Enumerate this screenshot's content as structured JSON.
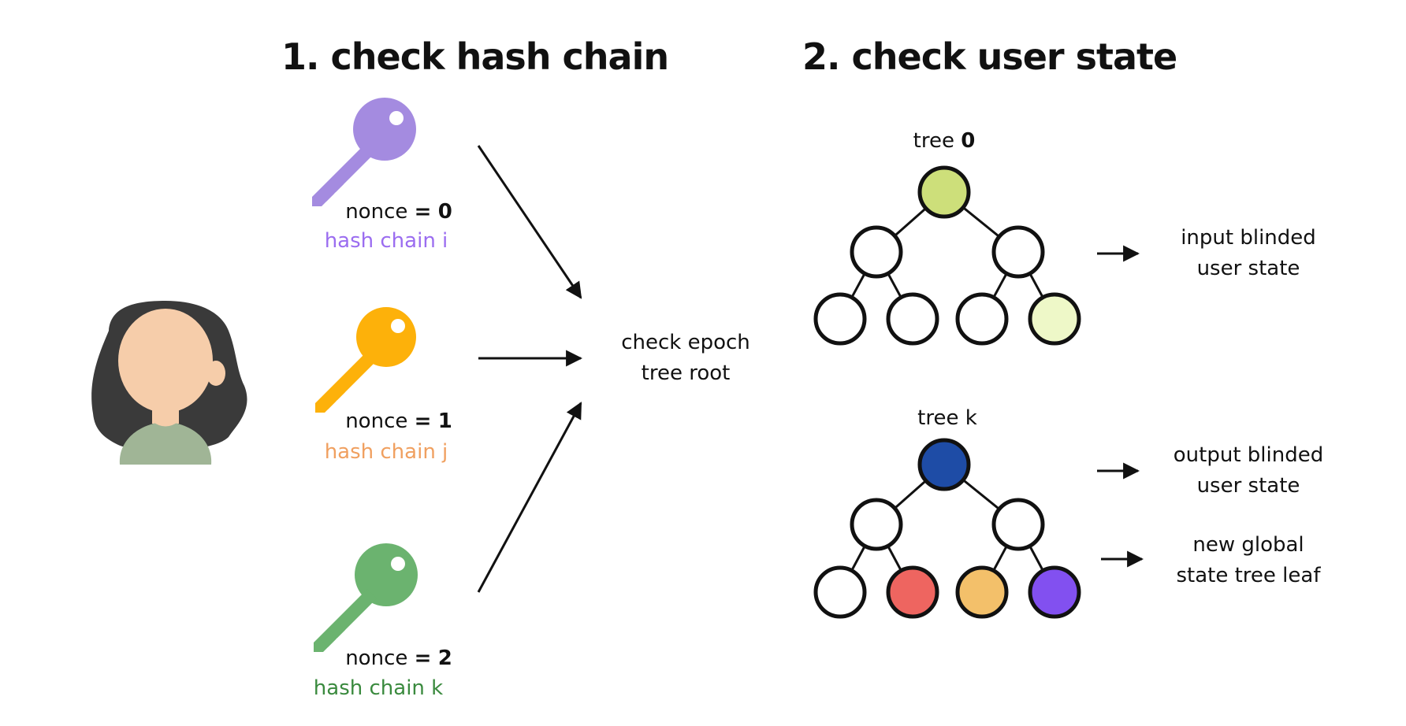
{
  "headings": {
    "section1_number": "1.",
    "section1_title": "check hash chain",
    "section2_number": "2.",
    "section2_title": "check user state"
  },
  "keys": [
    {
      "nonce_label": "nonce",
      "nonce_eq": "=",
      "nonce_value": "0",
      "chain": "hash chain i",
      "color": "#a48be0",
      "chain_color": "#9b6df0"
    },
    {
      "nonce_label": "nonce",
      "nonce_eq": "=",
      "nonce_value": "1",
      "chain": "hash chain j",
      "color": "#fdb10a",
      "chain_color": "#f0a060"
    },
    {
      "nonce_label": "nonce",
      "nonce_eq": "=",
      "nonce_value": "2",
      "chain": "hash chain k",
      "color": "#6bb36f",
      "chain_color": "#3a8a3e"
    }
  ],
  "center": {
    "line1": "check epoch",
    "line2": "tree root"
  },
  "trees": [
    {
      "label": "tree",
      "index": "0",
      "root_color": "#cddf7a",
      "leaf_colors": [
        "#ffffff",
        "#ffffff",
        "#ffffff",
        "#eef8c8"
      ],
      "outputs": [
        {
          "line1": "input blinded",
          "line2": "user state"
        }
      ]
    },
    {
      "label": "tree",
      "index": "k",
      "root_color": "#1e4ca6",
      "leaf_colors": [
        "#ffffff",
        "#ee6560",
        "#f3c06a",
        "#8250f0"
      ],
      "outputs": [
        {
          "line1": "output blinded",
          "line2": "user state"
        },
        {
          "line1": "new global",
          "line2": "state tree leaf"
        }
      ]
    }
  ],
  "colors": {
    "ink": "#111111",
    "hair": "#3a3a3a",
    "skin": "#f6cdaa",
    "shirt": "#a0b596"
  }
}
